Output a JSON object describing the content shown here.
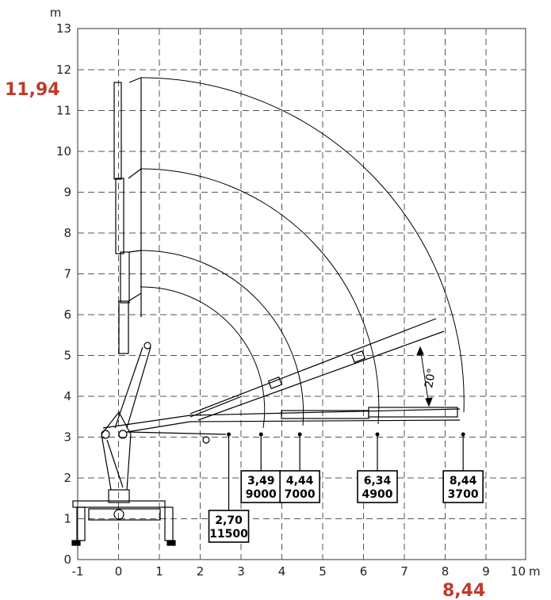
{
  "axes": {
    "x_unit": "m",
    "y_unit": "m",
    "x_ticks": [
      "-1",
      "0",
      "1",
      "2",
      "3",
      "4",
      "5",
      "6",
      "7",
      "8",
      "9",
      "10"
    ],
    "y_ticks": [
      "0",
      "1",
      "2",
      "3",
      "4",
      "5",
      "6",
      "7",
      "8",
      "9",
      "10",
      "11",
      "12",
      "13"
    ]
  },
  "highlights": {
    "max_height": "11,94",
    "max_reach": "8,44"
  },
  "angle_label": "20°",
  "load_points": [
    {
      "reach_label": "2,70",
      "load_label": "11500",
      "reach": 2.7,
      "box_row": "low"
    },
    {
      "reach_label": "3,49",
      "load_label": "9000",
      "reach": 3.49,
      "box_row": "high"
    },
    {
      "reach_label": "4,44",
      "load_label": "7000",
      "reach": 4.44,
      "box_row": "high"
    },
    {
      "reach_label": "6,34",
      "load_label": "4900",
      "reach": 6.34,
      "box_row": "high"
    },
    {
      "reach_label": "8,44",
      "load_label": "3700",
      "reach": 8.44,
      "box_row": "high"
    }
  ],
  "colors": {
    "highlight": "#c0392b",
    "grid": "#555555",
    "ink": "#000000"
  }
}
